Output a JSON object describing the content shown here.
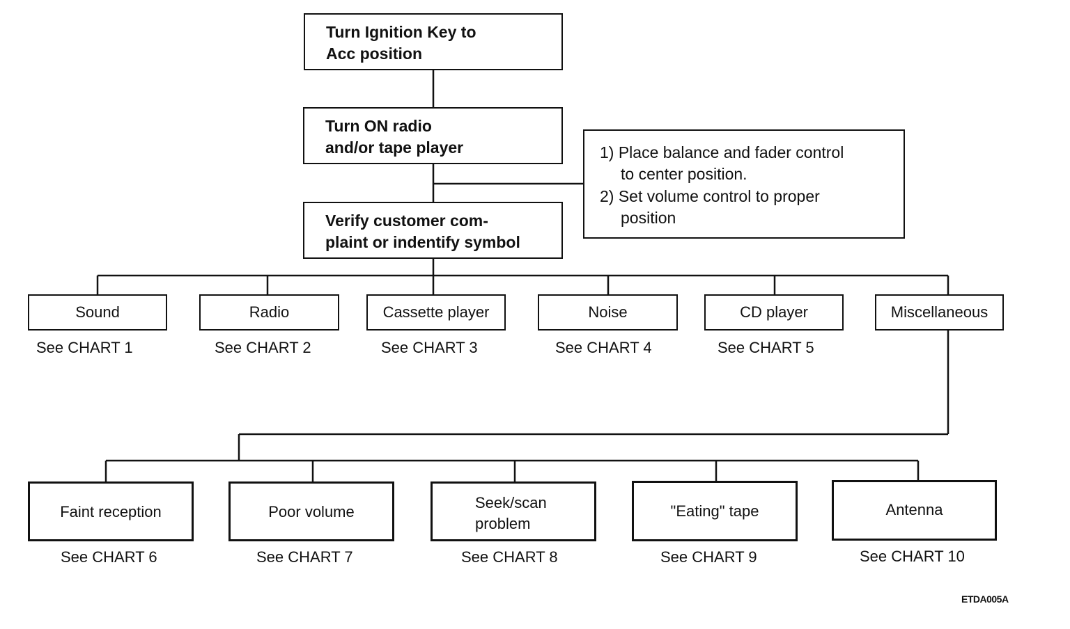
{
  "steps": [
    {
      "line1": "Turn Ignition Key to",
      "line2": "Acc position"
    },
    {
      "line1": "Turn ON radio",
      "line2": "and/or tape player"
    },
    {
      "line1": "Verify customer com-",
      "line2": "plaint or indentify symbol"
    }
  ],
  "note": {
    "line1": "1) Place balance and fader control",
    "line2": "to center position.",
    "line3": "2) Set volume control to proper",
    "line4": "position"
  },
  "symptoms": [
    {
      "label": "Sound",
      "ref": "See CHART 1"
    },
    {
      "label": "Radio",
      "ref": "See CHART 2"
    },
    {
      "label": "Cassette player",
      "ref": "See CHART 3"
    },
    {
      "label": "Noise",
      "ref": "See CHART 4"
    },
    {
      "label": "CD player",
      "ref": "See CHART 5"
    },
    {
      "label": "Miscellaneous",
      "ref": ""
    }
  ],
  "misc": [
    {
      "label": "Faint reception",
      "ref": "See CHART 6"
    },
    {
      "label": "Poor volume",
      "ref": "See CHART 7"
    },
    {
      "label": "Seek/scan",
      "label2": "problem",
      "ref": "See CHART 8"
    },
    {
      "label": "\"Eating\" tape",
      "ref": "See CHART 9"
    },
    {
      "label": "Antenna",
      "ref": "See CHART 10"
    }
  ],
  "figure_code": "ETDA005A"
}
